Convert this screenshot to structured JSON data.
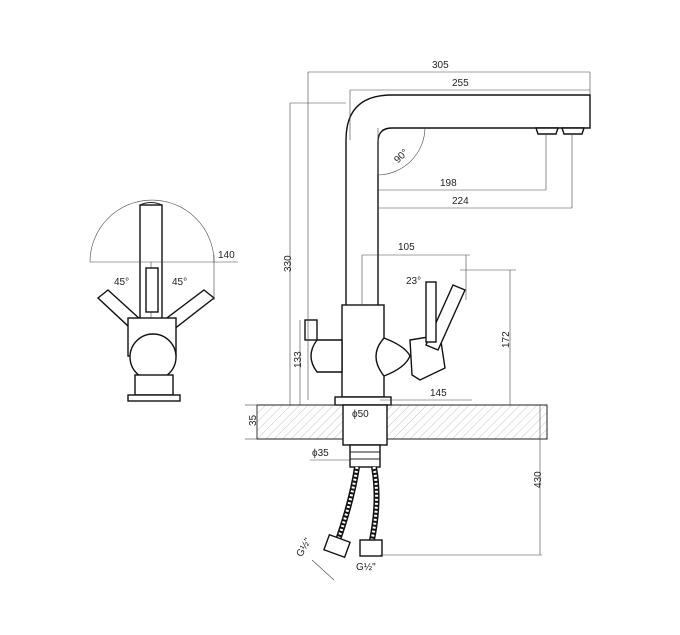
{
  "dimensions": {
    "d305": "305",
    "d255": "255",
    "d90": "90°",
    "d198": "198",
    "d224": "224",
    "d330": "330",
    "d105": "105",
    "d23": "23°",
    "d172": "172",
    "d133": "133",
    "d145": "145",
    "d140": "140",
    "d45a": "45°",
    "d45b": "45°",
    "d35": "35",
    "d50": "ϕ50",
    "d35dia": "ϕ35",
    "d430": "430",
    "g1": "G½\"",
    "g2": "G½\""
  },
  "colors": {
    "line": "#222222",
    "hatch": "#888888",
    "background": "#ffffff"
  }
}
